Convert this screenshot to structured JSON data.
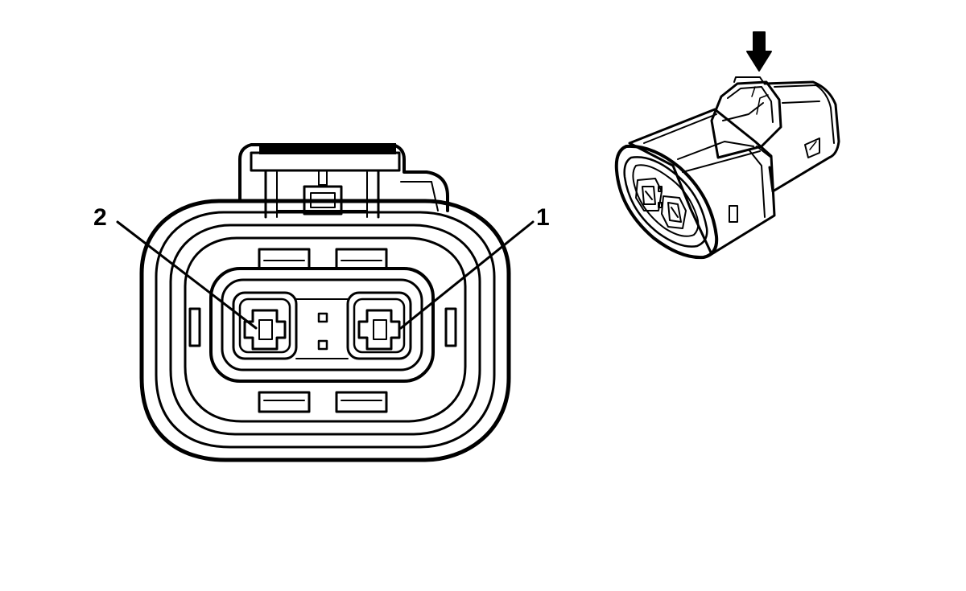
{
  "diagram": {
    "front_view": {
      "pin_labels": [
        {
          "id": "pin-2",
          "text": "2"
        },
        {
          "id": "pin-1",
          "text": "1"
        }
      ]
    },
    "iso_view": {
      "indicator": "down-arrow-icon"
    },
    "colors": {
      "line": "#000000",
      "background": "#ffffff"
    }
  }
}
